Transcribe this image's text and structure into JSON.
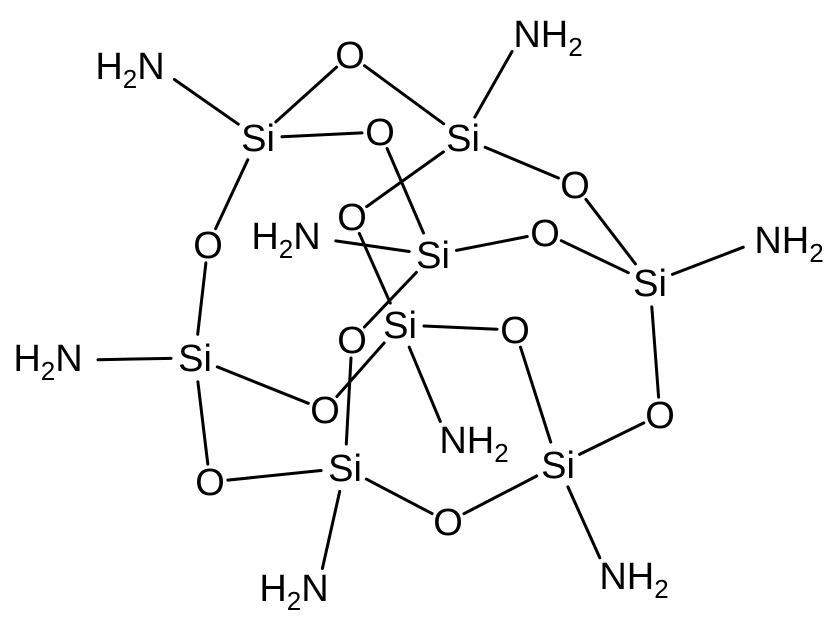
{
  "molecule": {
    "atoms": [
      {
        "id": "si1",
        "element": "Si"
      },
      {
        "id": "si2",
        "element": "Si"
      },
      {
        "id": "si3",
        "element": "Si"
      },
      {
        "id": "si4",
        "element": "Si"
      },
      {
        "id": "si5",
        "element": "Si"
      },
      {
        "id": "si6",
        "element": "Si"
      },
      {
        "id": "si7",
        "element": "Si"
      },
      {
        "id": "si8",
        "element": "Si"
      },
      {
        "id": "o1",
        "element": "O"
      },
      {
        "id": "o2",
        "element": "O"
      },
      {
        "id": "o3",
        "element": "O"
      },
      {
        "id": "o4",
        "element": "O"
      },
      {
        "id": "o5",
        "element": "O"
      },
      {
        "id": "o6",
        "element": "O"
      },
      {
        "id": "o7",
        "element": "O"
      },
      {
        "id": "o8",
        "element": "O"
      },
      {
        "id": "o9",
        "element": "O"
      },
      {
        "id": "o10",
        "element": "O"
      },
      {
        "id": "o11",
        "element": "O"
      },
      {
        "id": "o12",
        "element": "O"
      },
      {
        "id": "n1",
        "element": "H2N",
        "main": "H",
        "sub": "2",
        "tail": "N"
      },
      {
        "id": "n2",
        "element": "NH2",
        "main": "NH",
        "sub": "2",
        "tail": ""
      },
      {
        "id": "n3",
        "element": "H2N",
        "main": "H",
        "sub": "2",
        "tail": "N"
      },
      {
        "id": "n4",
        "element": "NH2",
        "main": "NH",
        "sub": "2",
        "tail": ""
      },
      {
        "id": "n5",
        "element": "H2N",
        "main": "H",
        "sub": "2",
        "tail": "N"
      },
      {
        "id": "n6",
        "element": "NH2",
        "main": "NH",
        "sub": "2",
        "tail": ""
      },
      {
        "id": "n7",
        "element": "H2N",
        "main": "H",
        "sub": "2",
        "tail": "N"
      },
      {
        "id": "n8",
        "element": "NH2",
        "main": "NH",
        "sub": "2",
        "tail": ""
      }
    ]
  }
}
